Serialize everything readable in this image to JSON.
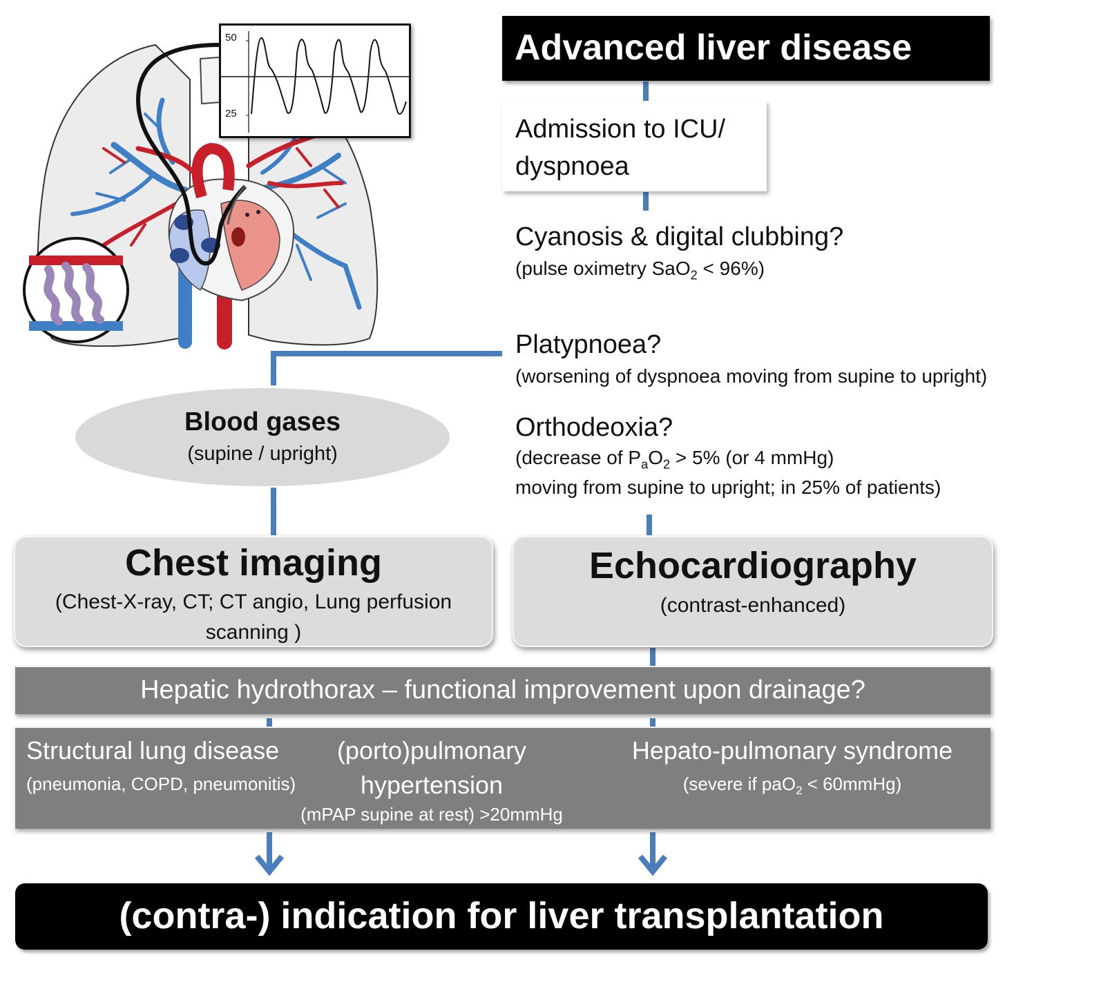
{
  "pressure_trace": {
    "y_ticks": [
      "50",
      "25"
    ]
  },
  "flow": {
    "top_box": "Advanced liver disease",
    "admission": [
      "Admission to ICU/",
      "dyspnoea"
    ],
    "cyanosis": {
      "title": "Cyanosis & digital clubbing?",
      "sub_prefix": "(pulse oximetry SaO",
      "sub_subscript": "2",
      "sub_suffix": " < 96%)"
    },
    "platypnoea": {
      "title": "Platypnoea?",
      "sub": "(worsening of dyspnoea moving from supine to upright)"
    },
    "orthodeoxia": {
      "title": "Orthodeoxia?",
      "sub1_prefix": "(decrease of P",
      "sub1_sub_a": "a",
      "sub1_mid": "O",
      "sub1_sub_2": "2",
      "sub1_suffix": " > 5% (or 4 mmHg)",
      "sub2": "moving from supine to upright; in 25% of patients)"
    },
    "blood_gases": {
      "title": "Blood gases",
      "sub": "(supine / upright)"
    },
    "chest_imaging": {
      "title": "Chest imaging",
      "sub1": "(Chest-X-ray, CT; CT angio, Lung perfusion",
      "sub2": "scanning )"
    },
    "echo": {
      "title": "Echocardiography",
      "sub": "(contrast-enhanced)"
    },
    "hydrothorax": "Hepatic hydrothorax – functional improvement upon drainage?",
    "outcomes": {
      "structural": {
        "title": "Structural lung disease",
        "sub": "(pneumonia, COPD, pneumonitis)"
      },
      "porto": {
        "title1": "(porto)pulmonary",
        "title2": "hypertension",
        "sub": "(mPAP supine at rest) >20mmHg"
      },
      "hps": {
        "title": "Hepato-pulmonary syndrome",
        "sub_prefix": "(severe if paO",
        "sub_subscript": "2",
        "sub_suffix": " < 60mmHg)"
      }
    },
    "bottom_box": "(contra-) indication for liver transplantation"
  },
  "colors": {
    "connector": "#4a7ebb",
    "artery_red": "#c8202a",
    "vein_blue": "#3f7fc6",
    "heart_pink": "#e9938a",
    "dark_grey_bar": "#7f7f7f",
    "light_grey_box": "#dcdcdc"
  }
}
